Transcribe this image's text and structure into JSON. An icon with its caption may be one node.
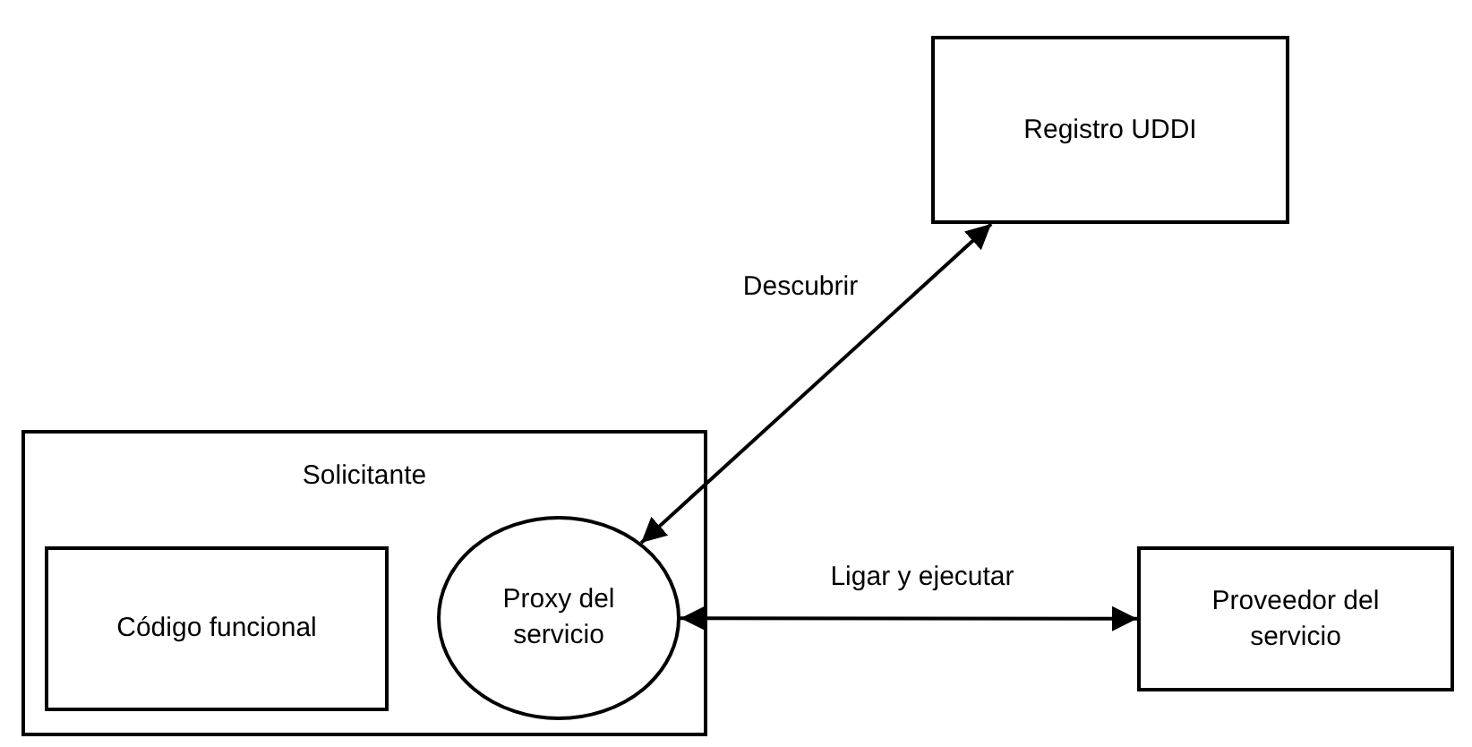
{
  "diagram": {
    "nodes": [
      {
        "text": [
          "Registro UDDI"
        ]
      },
      {
        "text": [
          "Solicitante"
        ]
      },
      {
        "text": [
          "Código funcional"
        ],
        "in": 1
      },
      {
        "text": [
          "Proxy del servicio"
        ],
        "in": 1
      },
      {
        "text": [
          "Proveedor del servicio"
        ]
      }
    ],
    "edges": [
      {
        "from": 3,
        "to": 0,
        "arrow": "both",
        "label": "Descubrir"
      },
      {
        "from": 3,
        "to": 4,
        "arrow": "both",
        "label": "Ligar y ejecutar"
      }
    ]
  }
}
